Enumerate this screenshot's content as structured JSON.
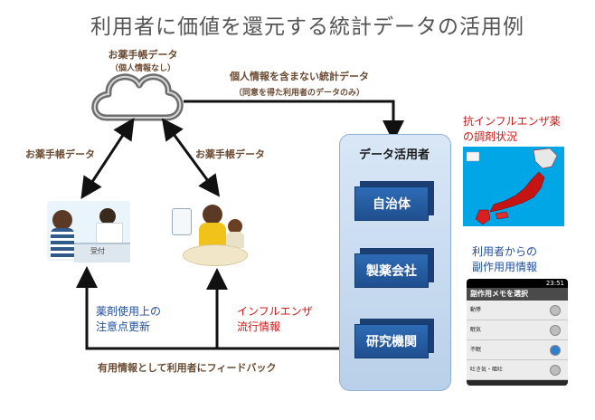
{
  "title": "利用者に価値を還元する統計データの活用例",
  "cloud": {
    "label": "お薬手帳データ",
    "sublabel": "（個人情報なし）"
  },
  "flow_top": {
    "label": "個人情報を含まない統計データ",
    "sublabel": "（同意を得た利用者のデータのみ）"
  },
  "left_arrow_label": "お薬手帳データ",
  "right_arrow_label": "お薬手帳データ",
  "panel": {
    "title": "データ活用者",
    "boxes": [
      "自治体",
      "製薬会社",
      "研究機関"
    ]
  },
  "map_caption": {
    "line1": "抗インフルエンザ薬",
    "line2": "の調剤状況"
  },
  "side_effect_caption": {
    "line1": "利用者からの",
    "line2": "副作用用情報"
  },
  "pharmacy_sign": "受付",
  "feedback_left": {
    "line1": "薬剤使用上の",
    "line2": "注意点更新"
  },
  "feedback_right": {
    "line1": "インフルエンザ",
    "line2": "流行情報"
  },
  "feedback_bottom": "有用情報として利用者にフィードバック",
  "phone": {
    "time": "23:51",
    "header": "副作用メモを選択",
    "rows": [
      "動悸",
      "眠気",
      "不眠",
      "吐き気・嘔吐"
    ]
  },
  "colors": {
    "arrow": "#111111",
    "box": "#2e6bb6",
    "panel": "#c8dbf0",
    "red": "#d01818",
    "blue": "#1f4e9c"
  }
}
